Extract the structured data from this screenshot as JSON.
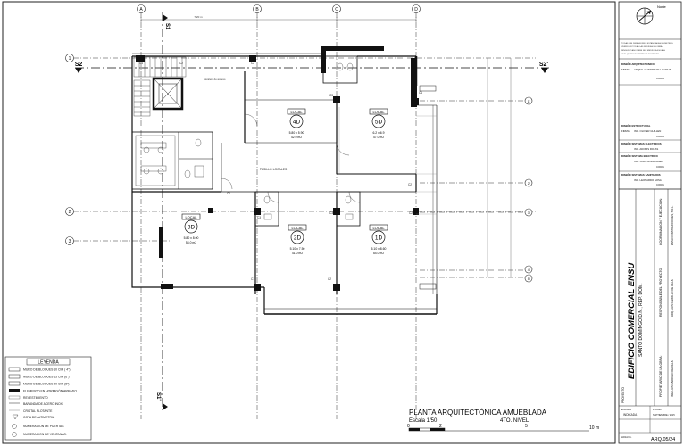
{
  "north_label": "Norte",
  "grid_cols": [
    "A",
    "B",
    "C",
    "D"
  ],
  "grid_rows": [
    "1",
    "2",
    "3"
  ],
  "grid_rows_right": [
    "1'",
    "2'",
    "3'",
    "4'",
    "5'"
  ],
  "section_marks": {
    "s2_left": "S2",
    "s2_right": "S2'",
    "s1_top": "S1",
    "s1_bottom": "S1'"
  },
  "dim_labels": {
    "top_a_b": "7.20 m",
    "top_b_c": "",
    "top_c_d": ""
  },
  "locals": [
    {
      "tag": "LOCAL",
      "num": "4D",
      "dims": "5.80 x 5.90",
      "area": "42.0 m2"
    },
    {
      "tag": "LOCAL",
      "num": "5D",
      "dims": "6.2 x 6.9",
      "area": "47.0 m2"
    },
    {
      "tag": "LOCAL",
      "num": "3D",
      "dims": "5.80 x 8.00",
      "area": "54.0 m2"
    },
    {
      "tag": "LOCAL",
      "num": "2D",
      "dims": "5.10 x 7.50",
      "area": "41.0 m2"
    },
    {
      "tag": "LOCAL",
      "num": "1D",
      "dims": "5.10 x 8.60",
      "area": "54.0 m2"
    }
  ],
  "corridor_label": "PASILLO LOCALES",
  "stair_note": "Escalera de acceso",
  "column_labels": [
    "C1",
    "C2",
    "C3",
    "C1",
    "C2",
    "C1",
    "C3",
    "C2",
    "C3",
    "C2",
    "C1",
    "C2"
  ],
  "legend": {
    "title": "LEYENDA",
    "items": [
      "MURO DE BLOQUES 10 CM. ( 4\")",
      "MURO DE BLOQUES 15 CM. (6\")",
      "MURO DE BLOQUES 20 CM. (8\")",
      "ELEMENTO EN HORMIGÓN  ARMADO",
      "REVESTIMIENTO",
      "BARANDA DE ACERO INOX.",
      "CRISTAL FLOTANTE",
      "COTA DE ALTIMETRIA",
      "NUMERACION DE PUERTAS",
      "NUMERACION DE VENTANAS."
    ]
  },
  "plan_title": "PLANTA ARQUITECTÓNICA AMUEBLADA",
  "plan_scale": "Escala 1/50",
  "plan_level": "4TO. NIVEL",
  "scale_bar": {
    "ticks": [
      "0",
      "2",
      "5",
      "10 m"
    ]
  },
  "title_block": {
    "top_notes": [
      "TODAS LAS DIMENSIONES ESTAN DADAS EN METROS",
      "VERIFICAR TODAS LAS MEDIDAS EN OBRA",
      "NINGUN PLANO DEBE SER MEDIDO A ESCALA",
      "CUALQUIER DISCREPANCIA NOTIFICAR"
    ],
    "roles": [
      {
        "role": "DISEÑO ARQUITECTONICO",
        "name": "ARQTO. OLINDRE DE LA CRUZ"
      },
      {
        "role": "DISEÑO ESTRUCTURAL",
        "name": "ING. OLIVIER GUILLEN"
      },
      {
        "role": "DISEÑO SISTEMAS ELECTRICOS",
        "name": "ING. ADONIS ROJAS"
      },
      {
        "role": "DISEÑO SISTEMA ELECTRICO",
        "name": "ING. JULIO RODRIGUEZ"
      },
      {
        "role": "DISEÑO SISTEMAS SANITARIOS",
        "name": "ING. LEONARDO SOSA"
      }
    ],
    "field_labels": {
      "firma": "FIRMA",
      "codia": "CODIA"
    },
    "project_name": "EDIFICIO COMERCIAL ENSU",
    "project_location": "SANTO DOMINGO D.N., REP. DOM.",
    "project_label": "PROYECTO",
    "coordination": "COORDINACION Y EJECUCION:",
    "coordination_name": "ENSU CONSTRUCCIONES, S.R.L.",
    "responsible": "RESPONSABLE DEL PROYECTO:",
    "responsible_name": "ARQ. LUIS CARRILLO DE VILLA",
    "owner": "PROPIETARIO DE LA OBRA:",
    "owner_name": "ING. LUIS CARRILLO DE VILLA",
    "escala_label": "ESCALA",
    "escala_value": "INDICADA",
    "fecha_label": "FECHA",
    "fecha_value": "SEPTIEMBRE / 2015",
    "hoja_label": "HOJA No.",
    "sheet_number": "ARQ.05/24"
  }
}
